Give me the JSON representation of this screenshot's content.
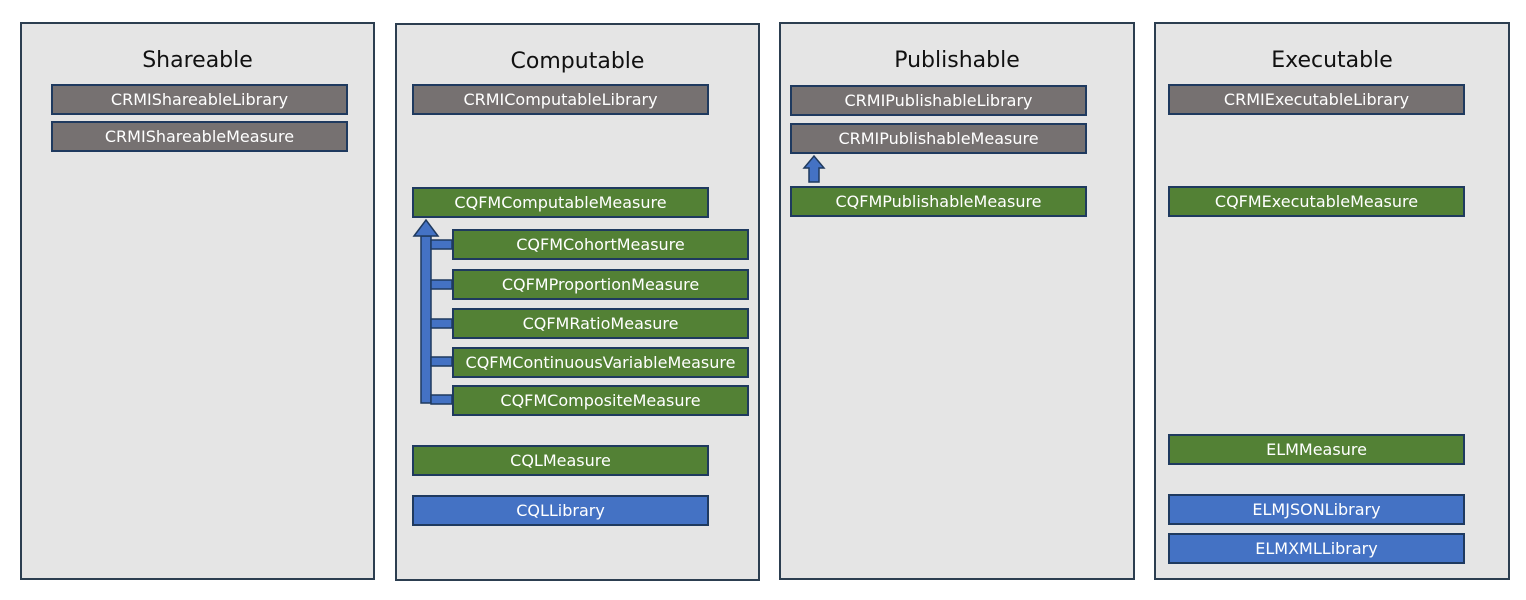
{
  "columns": {
    "shareable": {
      "title": "Shareable",
      "library": "CRMIShareableLibrary",
      "measure": "CRMIShareableMeasure"
    },
    "computable": {
      "title": "Computable",
      "library": "CRMIComputableLibrary",
      "cqfm_measure": "CQFMComputableMeasure",
      "subtypes": [
        "CQFMCohortMeasure",
        "CQFMProportionMeasure",
        "CQFMRatioMeasure",
        "CQFMContinuousVariableMeasure",
        "CQFMCompositeMeasure"
      ],
      "cql_measure": "CQLMeasure",
      "cql_library": "CQLLibrary"
    },
    "publishable": {
      "title": "Publishable",
      "library": "CRMIPublishableLibrary",
      "measure": "CRMIPublishableMeasure",
      "cqfm_measure": "CQFMPublishableMeasure"
    },
    "executable": {
      "title": "Executable",
      "library": "CRMIExecutableLibrary",
      "cqfm_measure": "CQFMExecutableMeasure",
      "elm_measure": "ELMMeasure",
      "elm_json_library": "ELMJSONLibrary",
      "elm_xml_library": "ELMXMLLibrary"
    }
  },
  "colors": {
    "panel_background": "#e5e5e5",
    "panel_border": "#2c3e50",
    "profile_gray": "#767171",
    "measure_green": "#538135",
    "library_blue": "#4472c4",
    "box_border": "#1f3a5f"
  }
}
